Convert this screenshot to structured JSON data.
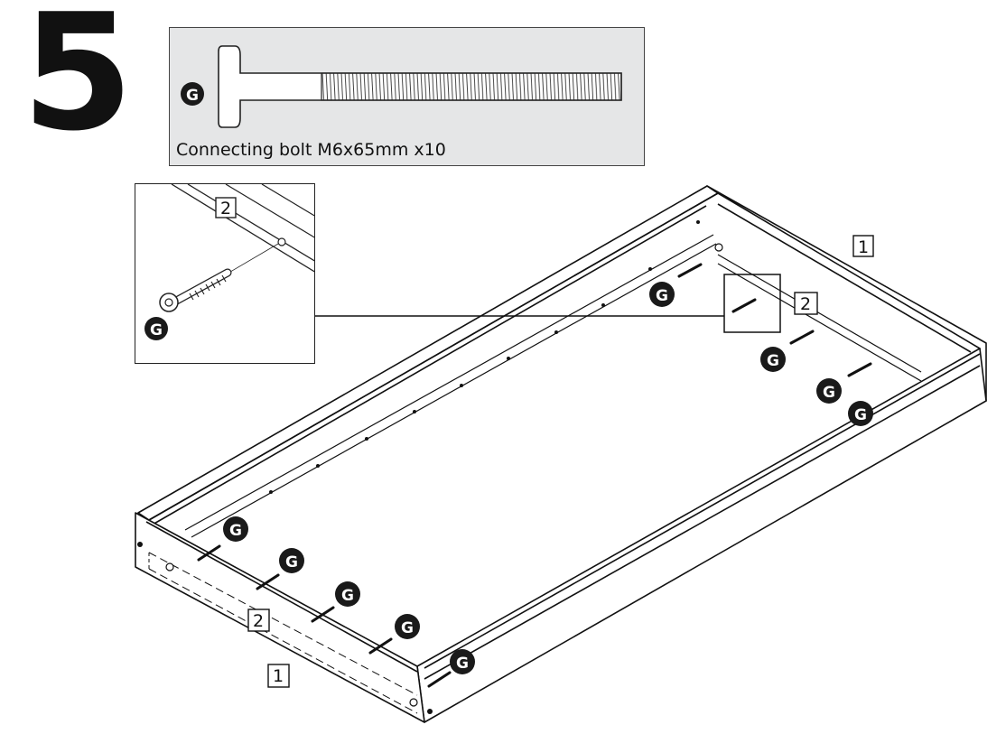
{
  "step": {
    "number": "5"
  },
  "parts": {
    "label": "G",
    "caption": "Connecting bolt M6x65mm x10"
  },
  "callouts": {
    "detail_part": "2",
    "panel_side": "1",
    "panel_end": "2",
    "panel_side_front": "1",
    "zoom_part": "2"
  },
  "markers": {
    "bolt_label": "G"
  },
  "colors": {
    "marker_fill": "#1a1a1a",
    "marker_text": "#ffffff",
    "parts_background": "#e5e6e7",
    "line": "#111111"
  }
}
